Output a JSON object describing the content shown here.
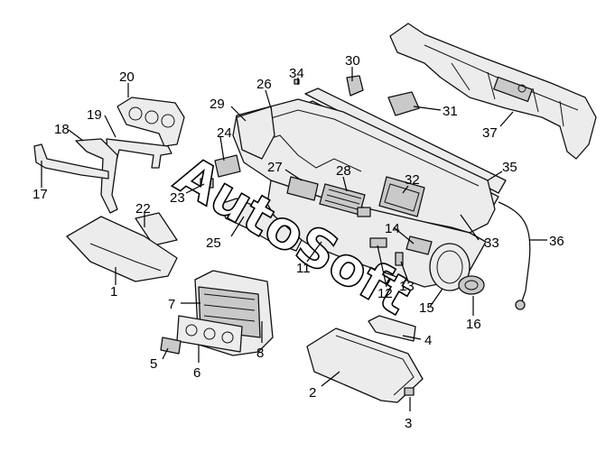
{
  "diagram": {
    "watermark": "AutoSoft",
    "callouts": [
      "1",
      "2",
      "3",
      "4",
      "5",
      "6",
      "7",
      "8",
      "11",
      "12",
      "13",
      "14",
      "15",
      "16",
      "17",
      "18",
      "19",
      "20",
      "22",
      "23",
      "24",
      "25",
      "26",
      "27",
      "28",
      "29",
      "30",
      "31",
      "32",
      "33",
      "34",
      "35",
      "36",
      "37"
    ]
  }
}
